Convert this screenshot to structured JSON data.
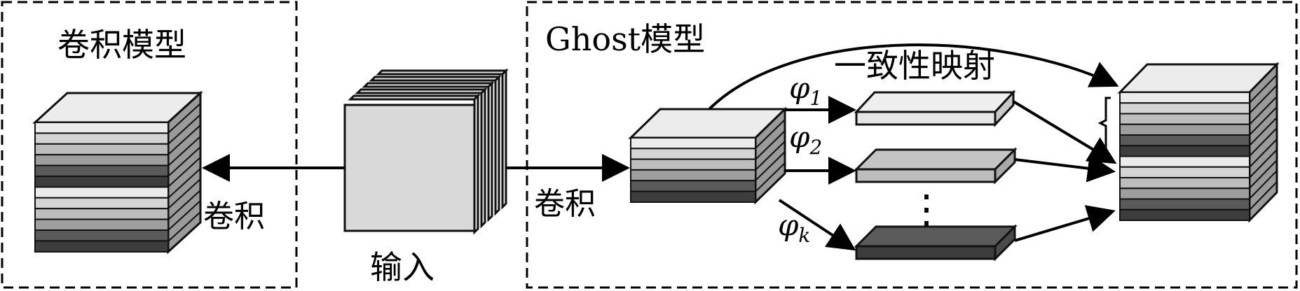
{
  "panels": {
    "left_title": "卷积模型",
    "right_title": "Ghost模型"
  },
  "labels": {
    "input": "输入",
    "conv_left": "卷积",
    "conv_right": "卷积",
    "identity": "一致性映射"
  },
  "ops": [
    {
      "symbol": "φ",
      "sub": "1"
    },
    {
      "symbol": "φ",
      "sub": "2"
    },
    {
      "symbol": "φ",
      "sub": "k"
    }
  ],
  "ellipsis": "⋮",
  "colors": {
    "stroke": "#111111",
    "shade_light": "#e6e6e6",
    "shade_mid": "#bdbdbd",
    "shade_dark": "#585858",
    "shade_darker": "#3c3c3c",
    "input_face": "#d9d9d9"
  }
}
